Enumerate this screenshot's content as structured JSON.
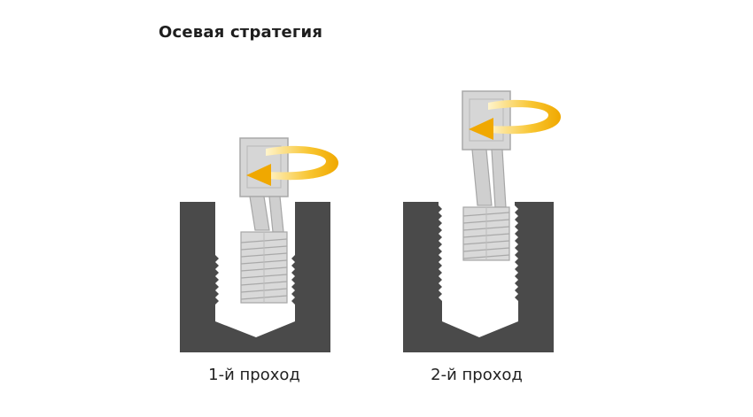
{
  "title": "Осевая стратегия",
  "panels": [
    {
      "caption": "1-й проход"
    },
    {
      "caption": "2-й проход"
    }
  ],
  "colors": {
    "workpiece": "#4a4a4a",
    "tool_body": "#cfcfcf",
    "tool_outline": "#a6a6a6",
    "arrow": "#f4b400"
  },
  "icons": [
    "rotation-arrow-icon",
    "thread-mill-tool-icon"
  ]
}
